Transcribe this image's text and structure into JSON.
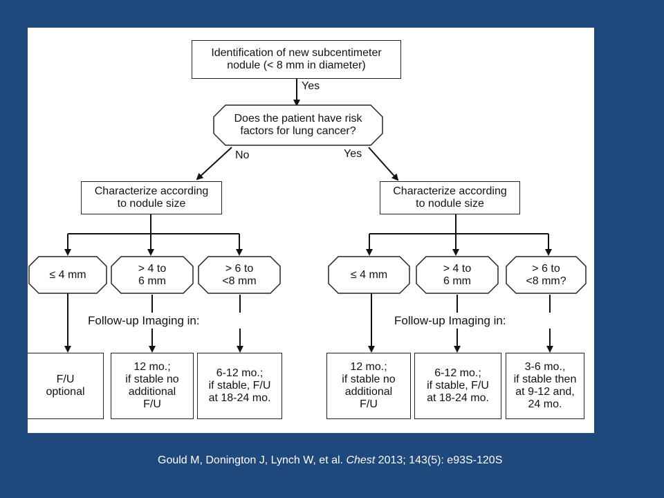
{
  "flowchart": {
    "start_box": "Identification of new subcentimeter\nnodule (< 8 mm in diameter)",
    "yes_label_top": "Yes",
    "risk_question": "Does the patient have risk\nfactors for lung cancer?",
    "no_label": "No",
    "yes_label_right": "Yes",
    "left_branch": {
      "characterize": "Characterize according\nto nodule size",
      "size_1": "≤ 4 mm",
      "size_2": "> 4 to\n6 mm",
      "size_3": "> 6 to\n<8 mm",
      "followup_heading": "Follow-up Imaging in:",
      "outcome_1": "F/U\noptional",
      "outcome_2": "12 mo.;\nif stable no\nadditional\nF/U",
      "outcome_3": "6-12 mo.;\nif stable, F/U\nat 18-24 mo."
    },
    "right_branch": {
      "characterize": "Characterize according\nto nodule size",
      "size_1": "≤ 4 mm",
      "size_2": "> 4 to\n6 mm",
      "size_3": "> 6 to\n<8 mm?",
      "followup_heading": "Follow-up Imaging in:",
      "outcome_1": "12 mo.;\nif stable no\nadditional\nF/U",
      "outcome_2": "6-12 mo.;\nif stable, F/U\nat 18-24 mo.",
      "outcome_3": "3-6 mo.,\nif stable then\nat 9-12 and,\n24 mo."
    }
  },
  "citation": {
    "authors": "Gould M, Donington J, Lynch W, et al. ",
    "journal": "Chest",
    "details": "  2013; 143(5): e93S-120S"
  }
}
